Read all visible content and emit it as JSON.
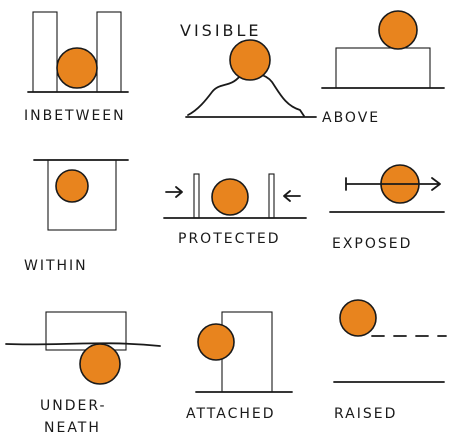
{
  "colors": {
    "ink": "#1a1a1a",
    "ball": "#e8841e",
    "paper": "#ffffff"
  },
  "cells": [
    {
      "name": "inbetween",
      "label": "INBETWEEN"
    },
    {
      "name": "visible",
      "label": "VISIBLE"
    },
    {
      "name": "above",
      "label": "ABOVE"
    },
    {
      "name": "within",
      "label": "WITHIN"
    },
    {
      "name": "protected",
      "label": "PROTECTED"
    },
    {
      "name": "exposed",
      "label": "EXPOSED"
    },
    {
      "name": "underneath",
      "label": "UNDER-",
      "label2": "NEATH"
    },
    {
      "name": "attached",
      "label": "ATTACHED"
    },
    {
      "name": "raised",
      "label": "RAISED"
    }
  ]
}
